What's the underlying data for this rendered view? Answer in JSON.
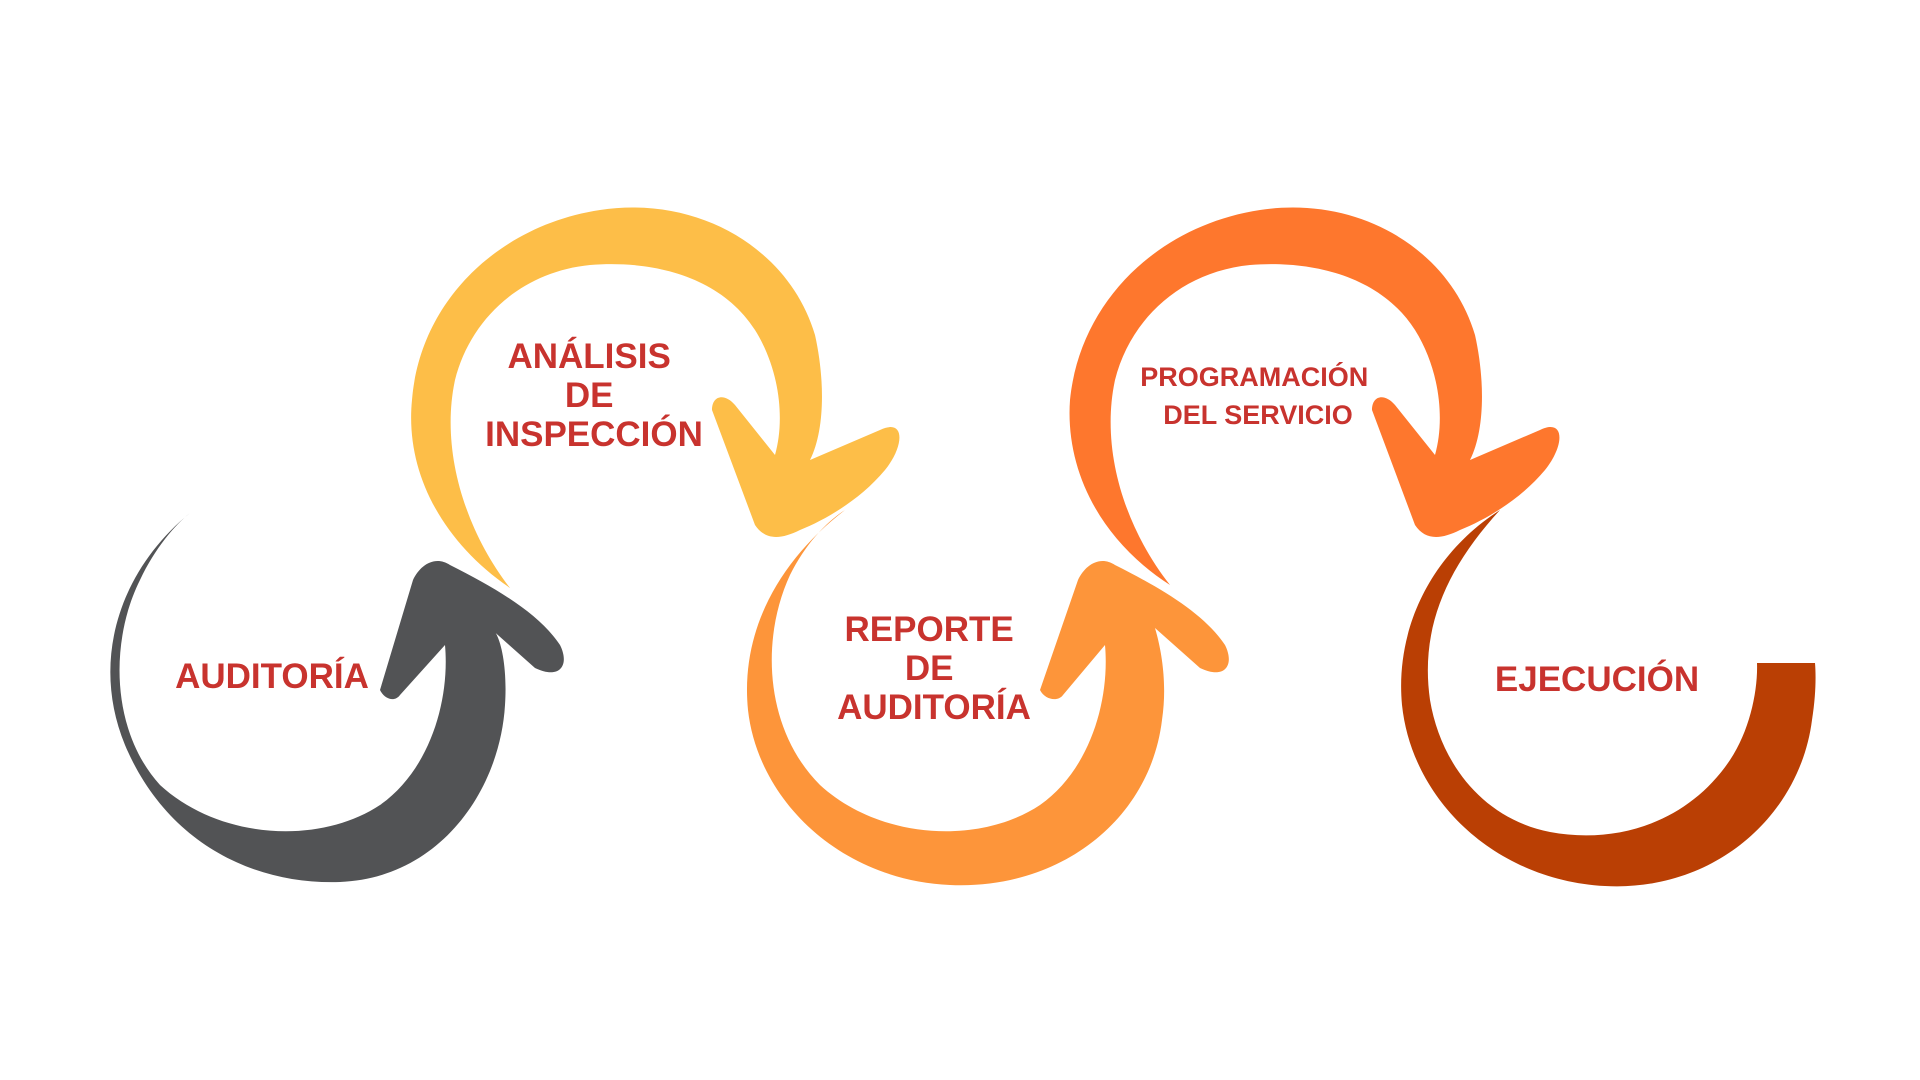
{
  "diagram": {
    "steps": [
      {
        "id": "auditoria",
        "lines": [
          "AUDITORÍA"
        ],
        "color": "#525355"
      },
      {
        "id": "analisis",
        "lines": [
          "ANÁLISIS",
          "DE",
          "INSPECCIÓN"
        ],
        "color": "#FDBE48"
      },
      {
        "id": "reporte",
        "lines": [
          "REPORTE",
          "DE",
          "AUDITORÍA"
        ],
        "color": "#FD953A"
      },
      {
        "id": "programacion",
        "lines": [
          "PROGRAMACIÓN",
          "DEL SERVICIO"
        ],
        "color": "#FE772D"
      },
      {
        "id": "ejecucion",
        "lines": [
          "EJECUCIÓN"
        ],
        "color": "#BA3F04"
      }
    ],
    "label_color": "#C8332E"
  }
}
